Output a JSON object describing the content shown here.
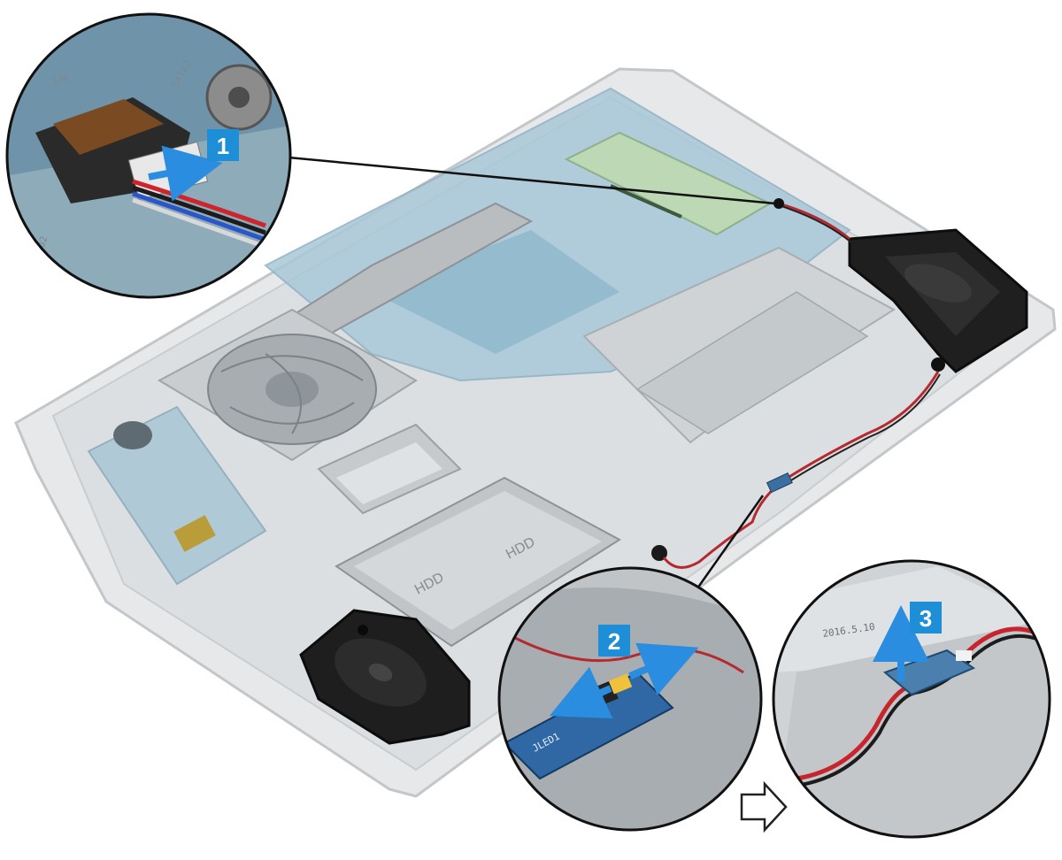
{
  "steps": [
    {
      "label": "1"
    },
    {
      "label": "2"
    },
    {
      "label": "3"
    }
  ],
  "callouts": {
    "top_left": {
      "connector_label": "SPK",
      "board_label_1": "SATA2",
      "board_label_2": "PJ502"
    },
    "bottom_middle": {
      "led_label": "JLED1"
    },
    "bottom_right": {
      "date_label": "2016.5.10"
    }
  },
  "drive": {
    "label": "HDD"
  },
  "colors": {
    "badge": "#1e8fd6",
    "arrow": "#2a8de0",
    "chassis": "#d9dcde",
    "board": "#9cc1d6",
    "speaker": "#1c1c1c",
    "wire_red": "#c8242c",
    "ram": "#b8d7b0"
  }
}
